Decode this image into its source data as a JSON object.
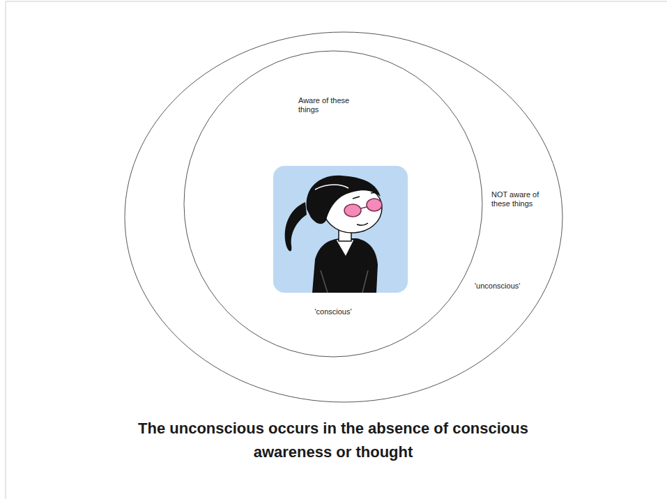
{
  "diagram": {
    "caption": "The unconscious occurs in the absence of conscious awareness or thought",
    "nodes": [
      {
        "text": [
          "NOT aware of these things",
          "'unconscious'"
        ]
      },
      {
        "text": [
          "Aware of these things",
          "'conscious'"
        ],
        "in": 0
      }
    ]
  }
}
